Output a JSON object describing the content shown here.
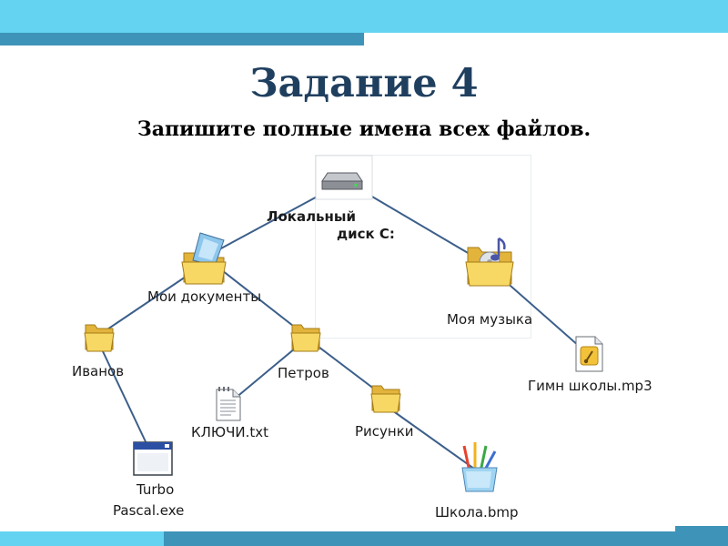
{
  "slide": {
    "title": "Задание 4",
    "subtitle": "Запишите полные имена всех файлов."
  },
  "tree": {
    "root_line1": "Локальный",
    "root_line2": "диск С:",
    "my_documents": "Мои документы",
    "my_music": "Моя музыка",
    "ivanov": "Иванов",
    "petrov": "Петров",
    "pictures": "Рисунки",
    "keys_file": "КЛЮЧИ.txt",
    "turbo_line1": "Turbo",
    "turbo_line2": "Pascal.exe",
    "school_bmp": "Школа.bmp",
    "anthem_mp3": "Гимн школы.mp3"
  },
  "icons": {
    "drive": "hard-drive-icon",
    "documents_folder": "documents-folder-icon",
    "music_folder": "music-folder-icon",
    "folder": "folder-icon",
    "text_file": "text-file-icon",
    "exe_file": "program-window-icon",
    "bmp_file": "paint-brushes-icon",
    "mp3_file": "audio-file-icon"
  },
  "colors": {
    "bar_light": "#63d3f1",
    "bar_dark": "#3d94b8",
    "title": "#1f3f5f",
    "connector": "#3c5f8a",
    "folder_fill": "#f8d864"
  }
}
